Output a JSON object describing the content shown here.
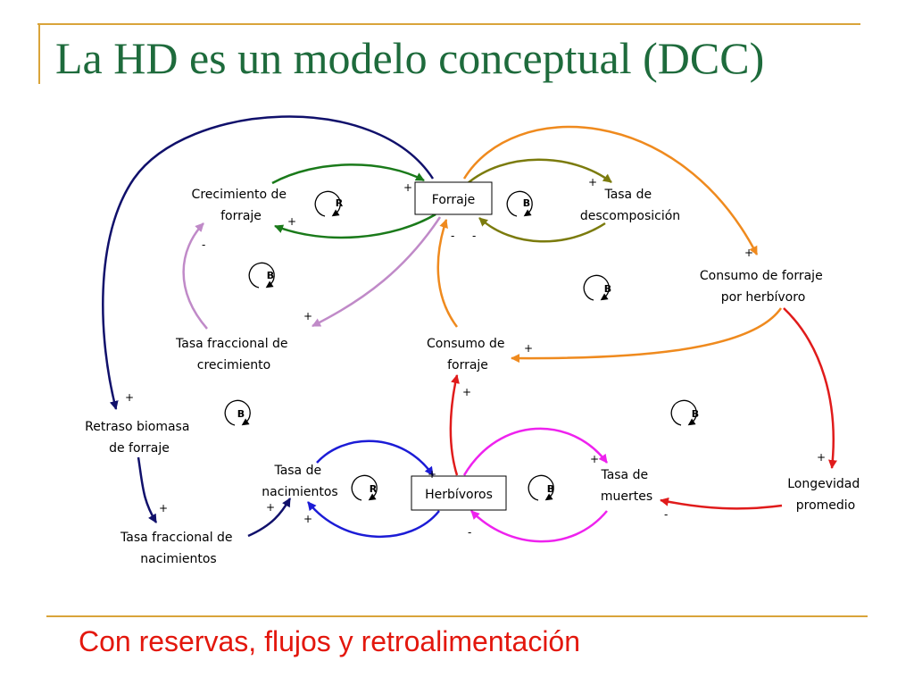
{
  "title": "La HD es un modelo conceptual (DCC)",
  "subtitle": "Con reservas, flujos y retroalimentación",
  "stocks": {
    "forraje": "Forraje",
    "herbivoros": "Herbívoros"
  },
  "variables": {
    "crecimiento_forraje": [
      "Crecimiento de",
      "forraje"
    ],
    "tasa_descomposicion": [
      "Tasa de",
      "descomposición"
    ],
    "consumo_forraje_herbivoro": [
      "Consumo de forraje",
      "por herbívoro"
    ],
    "tasa_fraccional_crecimiento": [
      "Tasa fraccional de",
      "crecimiento"
    ],
    "consumo_forraje": [
      "Consumo de",
      "forraje"
    ],
    "retraso_biomasa": [
      "Retraso biomasa",
      "de forraje"
    ],
    "tasa_nacimientos": [
      "Tasa de",
      "nacimientos"
    ],
    "tasa_muertes": [
      "Tasa de",
      "muertes"
    ],
    "longevidad_promedio": [
      "Longevidad",
      "promedio"
    ],
    "tasa_fraccional_nacimientos": [
      "Tasa fraccional de",
      "nacimientos"
    ]
  },
  "loops": {
    "r1": "R",
    "b1": "B",
    "b2": "B",
    "b3": "B",
    "b4": "B",
    "b5": "B",
    "r2": "R",
    "b6": "B"
  },
  "polarities": {
    "p1": "+",
    "p2": "+",
    "p3": "+",
    "p4": "-",
    "p5": "-",
    "p6": "-",
    "p7": "+",
    "p8": "+",
    "p9": "+",
    "p10": "+",
    "p11": "+",
    "p12": "+",
    "p13": "+",
    "p14": "+",
    "p15": "+",
    "p16": "+",
    "p17": "+",
    "p18": "-",
    "p19": "+",
    "p20": "-"
  },
  "colors": {
    "title": "#1e6b3c",
    "subtitle": "#e3170d",
    "rule": "#d9a43a",
    "green": "#1a7a1a",
    "olive": "#7b7b0d",
    "orange": "#ef8a1e",
    "navy": "#10106b",
    "lilac": "#c08ac8",
    "red": "#e01b1b",
    "blue": "#1c1cd6",
    "magenta": "#ee22ee"
  }
}
